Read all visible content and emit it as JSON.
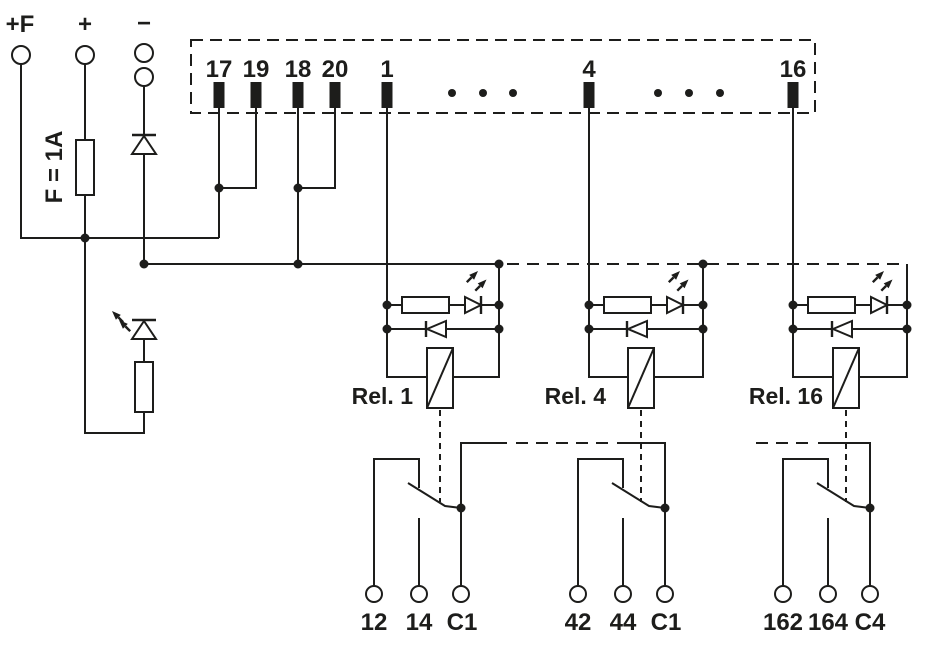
{
  "colors": {
    "line": "#1d1d1b",
    "background": "#ffffff"
  },
  "supply": {
    "plus_f_label": "+F",
    "plus_label": "+",
    "minus_label": "−",
    "fuse_label": "F = 1A"
  },
  "connector": {
    "terminals": [
      "17",
      "19",
      "18",
      "20",
      "1",
      "4",
      "16"
    ]
  },
  "relays": [
    {
      "name": "Rel. 1",
      "contacts": {
        "nc": "12",
        "no": "14",
        "common": "C1"
      }
    },
    {
      "name": "Rel. 4",
      "contacts": {
        "nc": "42",
        "no": "44",
        "common": "C1"
      }
    },
    {
      "name": "Rel. 16",
      "contacts": {
        "nc": "162",
        "no": "164",
        "common": "C4"
      }
    }
  ]
}
